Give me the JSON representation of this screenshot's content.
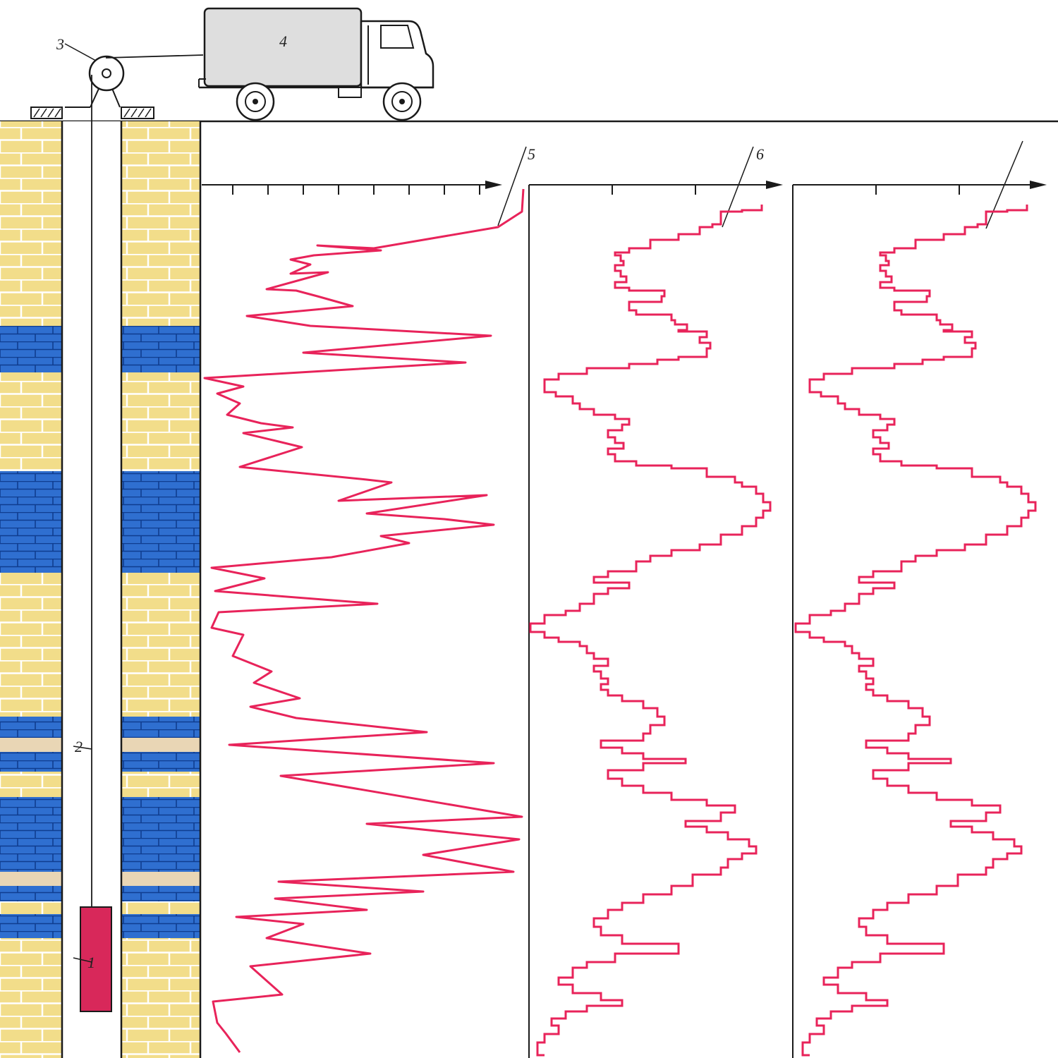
{
  "labels": {
    "probe": "1",
    "cable": "2",
    "pulley": "3",
    "truck": "4",
    "log_a": "5",
    "log_b": "6"
  },
  "colors": {
    "sandstone": "#f2dd8a",
    "mortar": "#ffffff",
    "layer_light": "#2f6fd0",
    "layer_dark": "#1a55b8",
    "tan_band": "#e9d6b5",
    "probe": "#d8285a",
    "curve": "#e8235a",
    "truck": "#dedede",
    "ink": "#1a1a1a"
  },
  "icons": {
    "truck": "truck-icon",
    "pulley": "pulley-icon",
    "probe": "probe-icon"
  },
  "chart_data": {
    "type": "line",
    "x_axes": [
      {
        "name": "",
        "ticks": 8
      },
      {
        "name": "",
        "ticks": 3
      },
      {
        "name": "",
        "ticks": 3
      }
    ],
    "series": [
      {
        "label_ref": "5",
        "style": "zigzag"
      },
      {
        "label_ref": "6",
        "style": "step"
      },
      {
        "label_ref": "",
        "style": "step"
      }
    ]
  }
}
